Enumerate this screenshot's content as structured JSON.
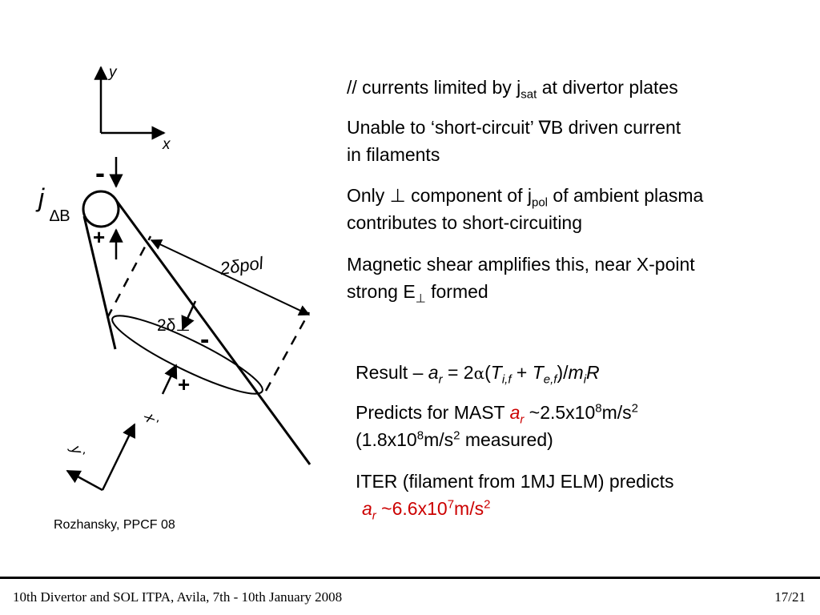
{
  "diagram": {
    "axis_y": "y",
    "axis_x": "x",
    "axis_y_prime": "y`",
    "axis_x_prime": "x`",
    "j_label": "j",
    "j_subscript": "∆B",
    "minus": "-",
    "plus": "+",
    "two_delta_pol": "2δpol",
    "two_delta_perp": "2δ⊥"
  },
  "bullets": [
    {
      "pre": "// currents limited by j",
      "sub": "sat",
      "post": " at divertor plates"
    },
    {
      "line1": "Unable to ‘short-circuit’ ∇B driven current",
      "line2": "in filaments"
    },
    {
      "pre": "Only ⊥ component of j",
      "sub": "pol",
      "post": " of ambient plasma",
      "line2": "contributes to short-circuiting"
    },
    {
      "line1": "Magnetic shear amplifies this, near X-point",
      "pre2": "strong E",
      "sub2": "⊥",
      "post2": " formed"
    }
  ],
  "result": {
    "line": "Result – a_r = 2α(T_i,f + T_e,f)/m_iR",
    "prefix": "Result – ",
    "a": "a",
    "r": "r",
    "eq": " = 2",
    "alpha": "α",
    "open": "(",
    "T": "T",
    "if": "i,f",
    "plus": " + ",
    "ef": "e,f",
    "close": ")/",
    "m": "m",
    "i": "i",
    "R": "R"
  },
  "mast": {
    "pre": "Predicts for MAST ",
    "a": "a",
    "r": "r",
    "val": " ~2.5x10",
    "exp": "8",
    "unit": "m/s",
    "unit_exp": "2",
    "line2_pre": "(1.8x10",
    "line2_exp": "8",
    "line2_unit": "m/s",
    "line2_unit_exp": "2",
    "line2_post": " measured)"
  },
  "iter": {
    "line1": "ITER (filament from 1MJ ELM) predicts",
    "a": "a",
    "r": "r",
    "val": " ~6.6x10",
    "exp": "7",
    "unit": "m/s",
    "unit_exp": "2"
  },
  "credit": "Rozhansky, PPCF 08",
  "footer": {
    "left": "10th Divertor and SOL ITPA, Avila, 7th - 10th January 2008",
    "right": "17/21"
  },
  "colors": {
    "highlight": "#cc0000",
    "text": "#000000"
  }
}
